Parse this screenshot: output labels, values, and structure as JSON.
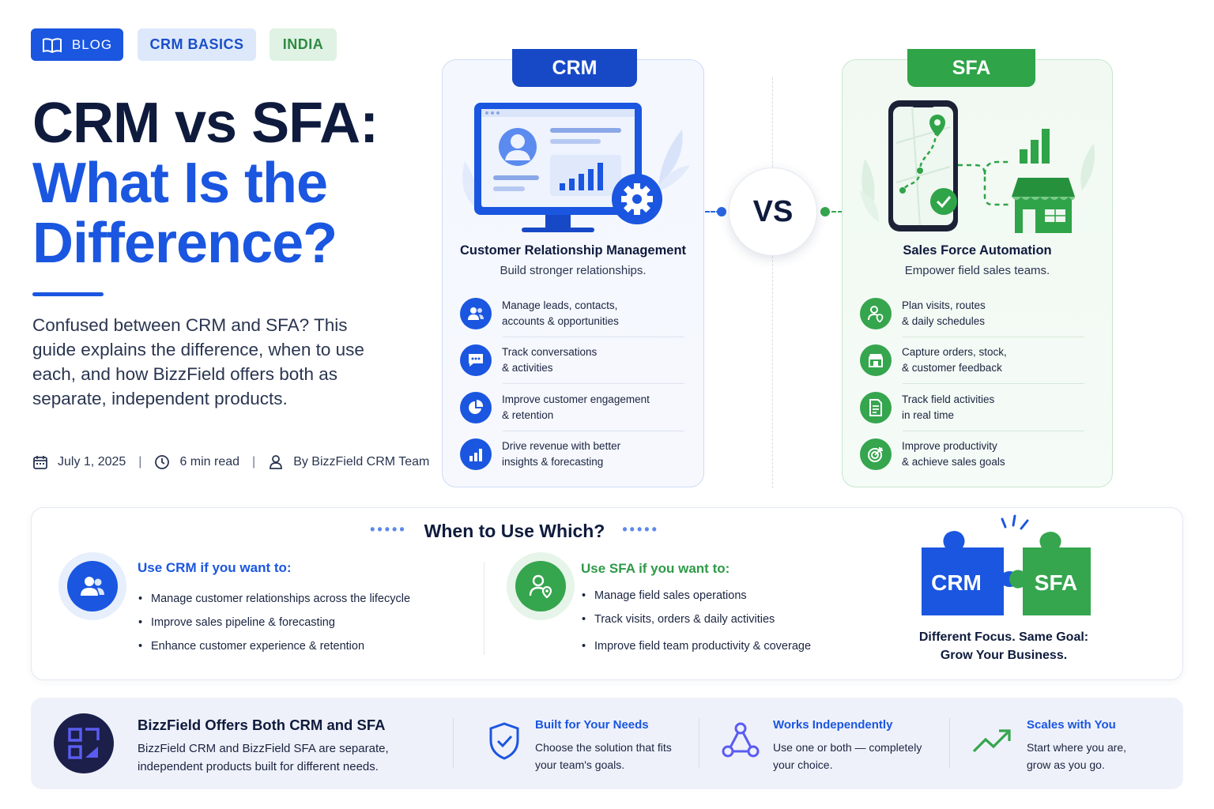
{
  "tags": {
    "blog": "BLOG",
    "crm_basics": "CRM BASICS",
    "india": "INDIA"
  },
  "hero": {
    "title_line1": "CRM vs SFA:",
    "title_line2": "What Is the",
    "title_line3": "Difference?",
    "intro": "Confused between CRM and SFA? This guide explains the difference, when to use each, and how BizzField offers both as separate, independent products.",
    "date": "July 1, 2025",
    "read_time": "6 min read",
    "author": "By BizzField CRM Team"
  },
  "crm_card": {
    "label": "CRM",
    "title": "Customer Relationship Management",
    "subtitle": "Build stronger relationships.",
    "features": [
      {
        "line1": "Manage leads, contacts,",
        "line2": "accounts & opportunities"
      },
      {
        "line1": "Track conversations",
        "line2": "& activities"
      },
      {
        "line1": "Improve customer engagement",
        "line2": "& retention"
      },
      {
        "line1": "Drive revenue with better",
        "line2": "insights & forecasting"
      }
    ]
  },
  "vs_label": "VS",
  "sfa_card": {
    "label": "SFA",
    "title": "Sales Force Automation",
    "subtitle": "Empower field sales teams.",
    "features": [
      {
        "line1": "Plan visits, routes",
        "line2": "& daily schedules"
      },
      {
        "line1": "Capture orders, stock,",
        "line2": "& customer feedback"
      },
      {
        "line1": "Track field activities",
        "line2": "in real time"
      },
      {
        "line1": "Improve productivity",
        "line2": "& achieve sales goals"
      }
    ]
  },
  "when": {
    "title": "When to Use Which?",
    "crm_head": "Use CRM if you want to:",
    "crm_items": [
      "Manage customer relationships across the lifecycle",
      "Improve sales pipeline & forecasting",
      "Enhance customer experience & retention"
    ],
    "sfa_head": "Use SFA if you want to:",
    "sfa_items": [
      "Manage field sales operations",
      "Track visits, orders & daily activities",
      "Improve field team productivity & coverage"
    ],
    "puzzle_crm": "CRM",
    "puzzle_sfa": "SFA",
    "caption_line1": "Different Focus. Same Goal:",
    "caption_line2": "Grow Your Business."
  },
  "bottom": {
    "title": "BizzField Offers Both CRM and SFA",
    "desc": "BizzField CRM and BizzField SFA are separate, independent products built for different needs.",
    "benefits": [
      {
        "title": "Built for Your Needs",
        "line1": "Choose the solution that fits",
        "line2": "your team's goals."
      },
      {
        "title": "Works Independently",
        "line1": "Use one or both — completely",
        "line2": "your choice."
      },
      {
        "title": "Scales with You",
        "line1": "Start where you are,",
        "line2": "grow as you go."
      }
    ]
  },
  "colors": {
    "crm_blue": "#1a56e0",
    "sfa_green": "#35a54e",
    "navy": "#0f1b3d"
  }
}
